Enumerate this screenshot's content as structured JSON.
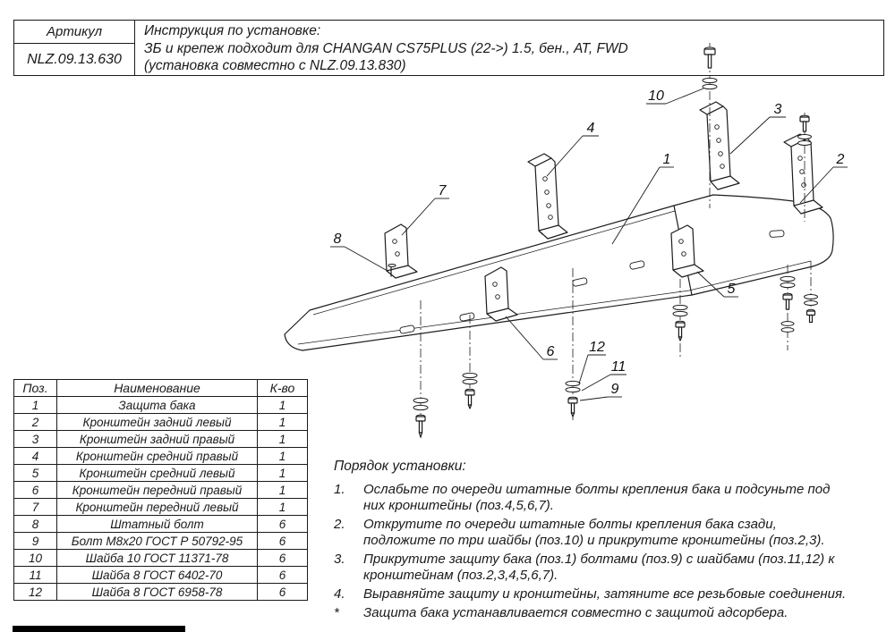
{
  "header": {
    "article_label": "Артикул",
    "article_value": "NLZ.09.13.630",
    "title": "Инструкция по установке:",
    "fitment": "ЗБ и крепеж подходит для CHANGAN CS75PLUS (22->) 1.5, бен., АТ, FWD",
    "note": "(установка совместно с NLZ.09.13.830)"
  },
  "parts_table": {
    "headers": [
      "Поз.",
      "Наименование",
      "К-во"
    ],
    "rows": [
      [
        "1",
        "Защита бака",
        "1"
      ],
      [
        "2",
        "Кронштейн задний левый",
        "1"
      ],
      [
        "3",
        "Кронштейн задний правый",
        "1"
      ],
      [
        "4",
        "Кронштейн средний правый",
        "1"
      ],
      [
        "5",
        "Кронштейн средний левый",
        "1"
      ],
      [
        "6",
        "Кронштейн передний правый",
        "1"
      ],
      [
        "7",
        "Кронштейн передний левый",
        "1"
      ],
      [
        "8",
        "Штатный болт",
        "6"
      ],
      [
        "9",
        "Болт М8х20 ГОСТ Р 50792-95",
        "6"
      ],
      [
        "10",
        "Шайба 10 ГОСТ 11371-78",
        "6"
      ],
      [
        "11",
        "Шайба 8 ГОСТ 6402-70",
        "6"
      ],
      [
        "12",
        "Шайба 8 ГОСТ 6958-78",
        "6"
      ]
    ]
  },
  "instructions": {
    "title": "Порядок установки:",
    "items": [
      {
        "num": "1.",
        "text": "Ослабьте по очереди штатные болты крепления бака и подсуньте под них кронштейны (поз.4,5,6,7)."
      },
      {
        "num": "2.",
        "text": "Открутите по очереди штатные болты крепления бака сзади, подложите по три шайбы (поз.10) и прикрутите кронштейны (поз.2,3)."
      },
      {
        "num": "3.",
        "text": "Прикрутите защиту бака (поз.1) болтами (поз.9) с шайбами (поз.11,12) к кронштейнам (поз.2,3,4,5,6,7)."
      },
      {
        "num": "4.",
        "text": "Выравняйте защиту и кронштейны, затяните все резьбовые соединения."
      },
      {
        "num": "*",
        "text": "Защита бака устанавливается совместно с защитой адсорбера."
      }
    ]
  },
  "drawing": {
    "callouts": {
      "c1": "1",
      "c2": "2",
      "c3": "3",
      "c4": "4",
      "c5": "5",
      "c6": "6",
      "c7": "7",
      "c8": "8",
      "c9": "9",
      "c10": "10",
      "c11": "11",
      "c12": "12"
    }
  }
}
